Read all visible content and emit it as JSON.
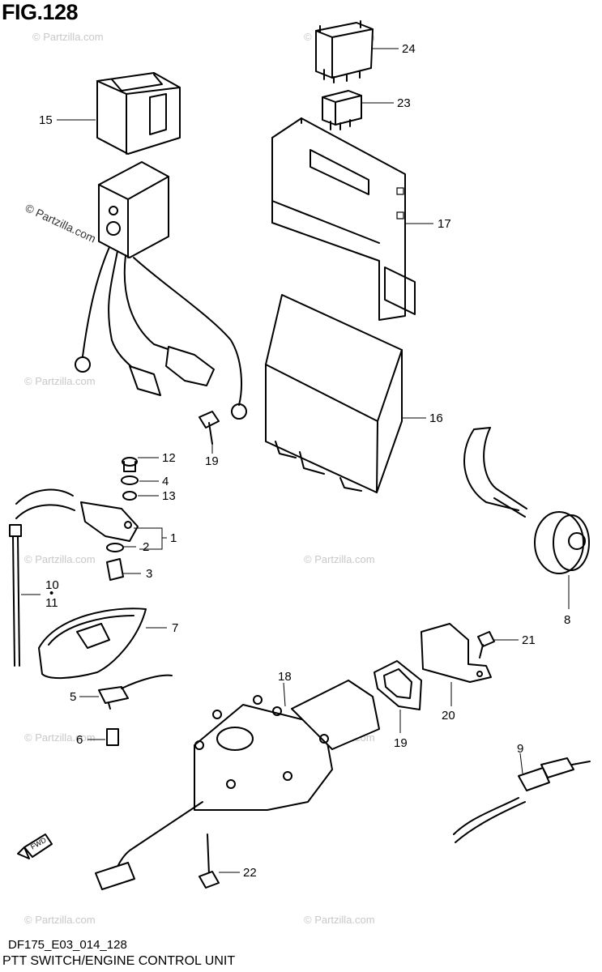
{
  "figure": {
    "title": "FIG.128",
    "code": "DF175_E03_014_128",
    "caption": "PTT SWITCH/ENGINE CONTROL UNIT",
    "watermark": "© Partzilla.com"
  },
  "callouts": {
    "p1": "1",
    "p2": "2",
    "p3": "3",
    "p4": "4",
    "p5": "5",
    "p6": "6",
    "p7": "7",
    "p8": "8",
    "p9": "9",
    "p10": "10",
    "p10_dot": "•",
    "p11": "11",
    "p12": "12",
    "p13": "13",
    "p15": "15",
    "p16": "16",
    "p17": "17",
    "p18": "18",
    "p19a": "19",
    "p19b": "19",
    "p20": "20",
    "p21": "21",
    "p22": "22",
    "p23": "23",
    "p24": "24"
  },
  "fwd_arrow": {
    "label": "FWD"
  }
}
